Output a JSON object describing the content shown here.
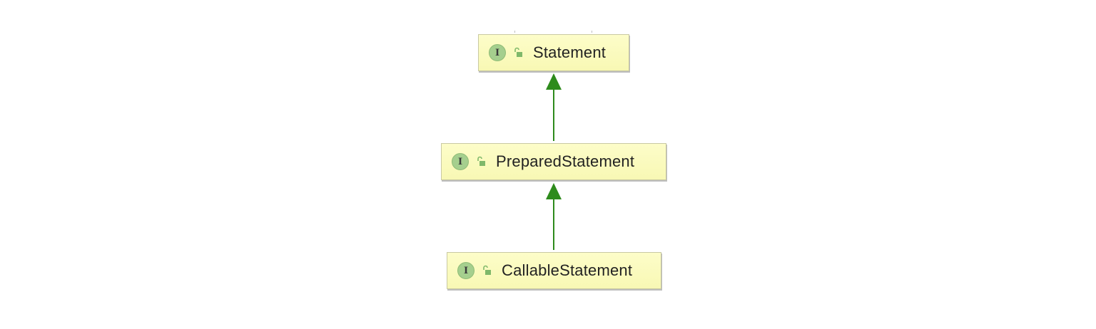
{
  "diagram": {
    "nodes": [
      {
        "id": "statement",
        "label": "Statement",
        "kind_badge": "I",
        "icon": "interface-icon",
        "modifier_icon": "open-lock-icon"
      },
      {
        "id": "prepared",
        "label": "PreparedStatement",
        "kind_badge": "I",
        "icon": "interface-icon",
        "modifier_icon": "open-lock-icon"
      },
      {
        "id": "callable",
        "label": "CallableStatement",
        "kind_badge": "I",
        "icon": "interface-icon",
        "modifier_icon": "open-lock-icon"
      }
    ],
    "edges": [
      {
        "from": "prepared",
        "to": "statement",
        "type": "extends"
      },
      {
        "from": "callable",
        "to": "prepared",
        "type": "extends"
      }
    ],
    "colors": {
      "edge": "#2e8b1c",
      "node_fill": "#fbfbc0",
      "interface_badge": "#a5cf8e"
    }
  }
}
